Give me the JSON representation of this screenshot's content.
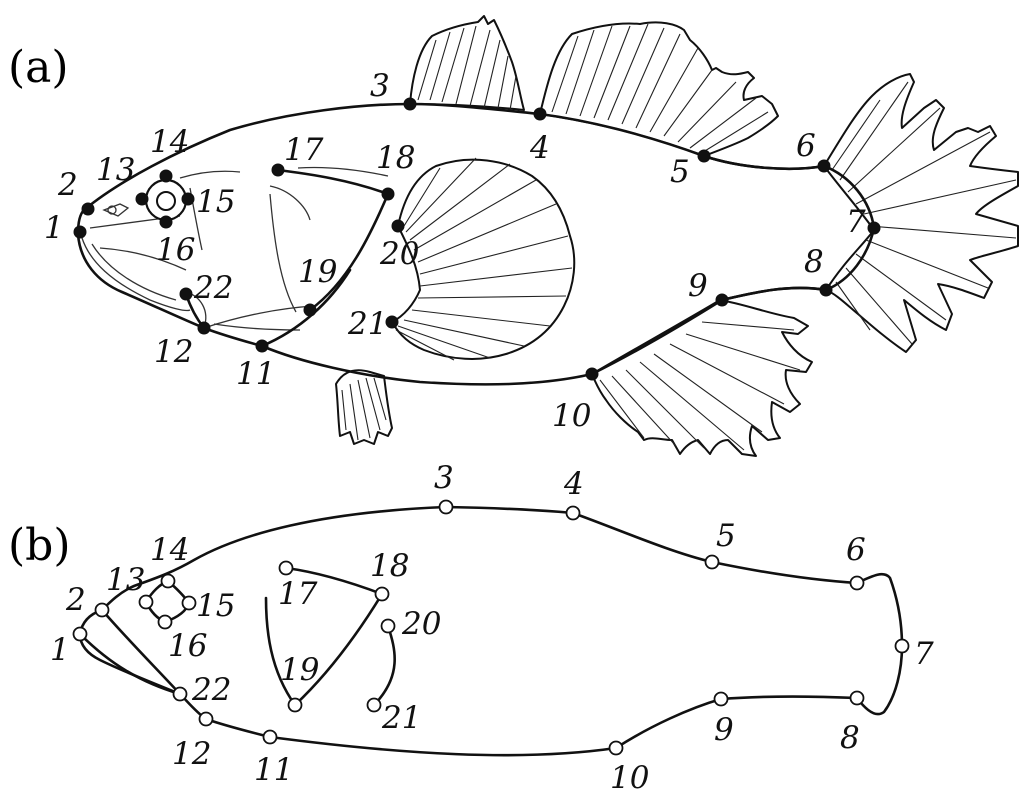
{
  "panels": [
    {
      "label": "(a)",
      "style": "filled",
      "landmarks": [
        {
          "id": "1"
        },
        {
          "id": "2"
        },
        {
          "id": "3"
        },
        {
          "id": "4"
        },
        {
          "id": "5"
        },
        {
          "id": "6"
        },
        {
          "id": "7"
        },
        {
          "id": "8"
        },
        {
          "id": "9"
        },
        {
          "id": "10"
        },
        {
          "id": "11"
        },
        {
          "id": "12"
        },
        {
          "id": "13"
        },
        {
          "id": "14"
        },
        {
          "id": "15"
        },
        {
          "id": "16"
        },
        {
          "id": "17"
        },
        {
          "id": "18"
        },
        {
          "id": "19"
        },
        {
          "id": "20"
        },
        {
          "id": "21"
        },
        {
          "id": "22"
        }
      ]
    },
    {
      "label": "(b)",
      "style": "open",
      "landmarks": [
        {
          "id": "1"
        },
        {
          "id": "2"
        },
        {
          "id": "3"
        },
        {
          "id": "4"
        },
        {
          "id": "5"
        },
        {
          "id": "6"
        },
        {
          "id": "7"
        },
        {
          "id": "8"
        },
        {
          "id": "9"
        },
        {
          "id": "10"
        },
        {
          "id": "11"
        },
        {
          "id": "12"
        },
        {
          "id": "13"
        },
        {
          "id": "14"
        },
        {
          "id": "15"
        },
        {
          "id": "16"
        },
        {
          "id": "17"
        },
        {
          "id": "18"
        },
        {
          "id": "19"
        },
        {
          "id": "20"
        },
        {
          "id": "21"
        },
        {
          "id": "22"
        }
      ]
    }
  ],
  "colors": {
    "ink": "#111111",
    "background": "#ffffff"
  }
}
